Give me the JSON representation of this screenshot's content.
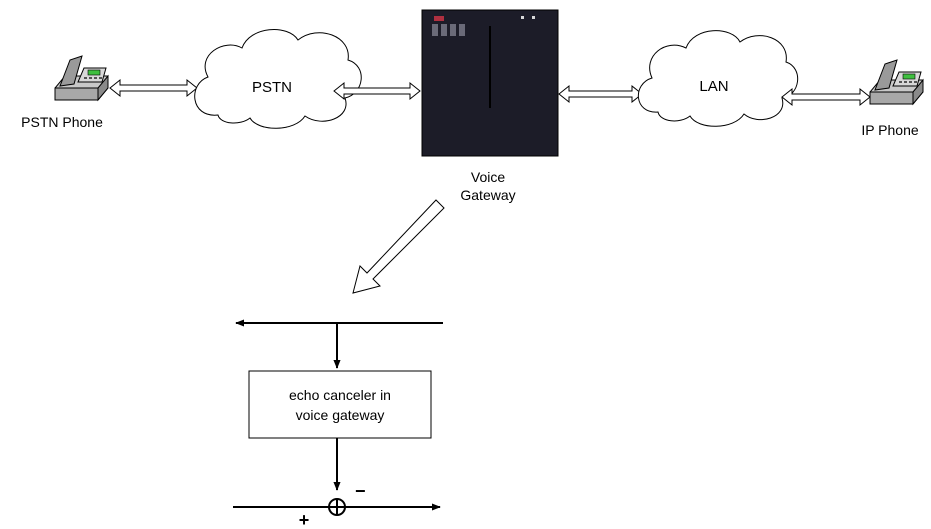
{
  "nodes": {
    "pstn_phone": {
      "label": "PSTN Phone",
      "icon": "desk-telephone-icon"
    },
    "pstn_cloud": {
      "label": "PSTN"
    },
    "voice_gateway": {
      "label_line1": "Voice",
      "label_line2": "Gateway",
      "icon": "gateway-chassis-icon"
    },
    "lan_cloud": {
      "label": "LAN"
    },
    "ip_phone": {
      "label": "IP Phone",
      "icon": "desk-telephone-icon"
    }
  },
  "echo_canceler": {
    "label_line1": "echo canceler in",
    "label_line2": "voice gateway",
    "plus_sign": "+",
    "minus_sign": "−"
  },
  "colors": {
    "stroke": "#000000",
    "gateway_body": "#1c1c28",
    "phone_body": "#c0c0c0",
    "phone_screen": "#3fbf3f"
  }
}
